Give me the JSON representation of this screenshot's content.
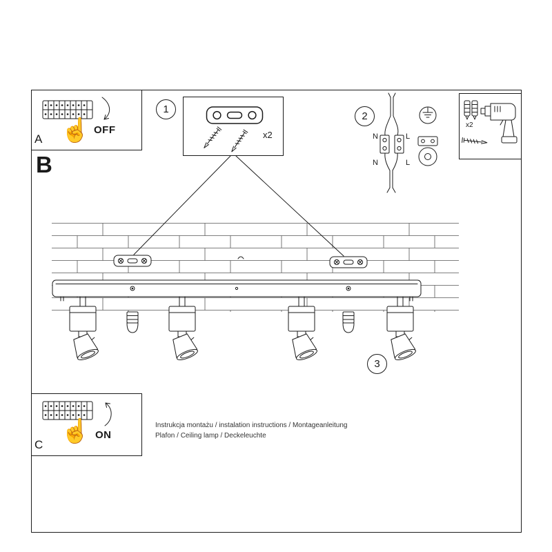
{
  "sheet": {
    "sections": {
      "a": "A",
      "b": "B",
      "c": "C"
    },
    "switch_states": {
      "off": "OFF",
      "on": "ON"
    },
    "steps": {
      "s1": "1",
      "s2": "2",
      "s3": "3"
    },
    "quantities": {
      "brackets": "x2",
      "plugs": "x2"
    },
    "wiring_labels": {
      "n_top": "N",
      "l_top": "L",
      "n_bottom": "N",
      "l_bottom": "L"
    },
    "icons": {
      "hand_pointing_up": "☝"
    },
    "captions": {
      "line1": "Instrukcja montażu / instalation instructions / Montageanleitung",
      "line2": "Plafon / Ceiling lamp / Deckeleuchte"
    },
    "colors": {
      "ink": "#1a1a1a",
      "paper": "#ffffff"
    }
  }
}
